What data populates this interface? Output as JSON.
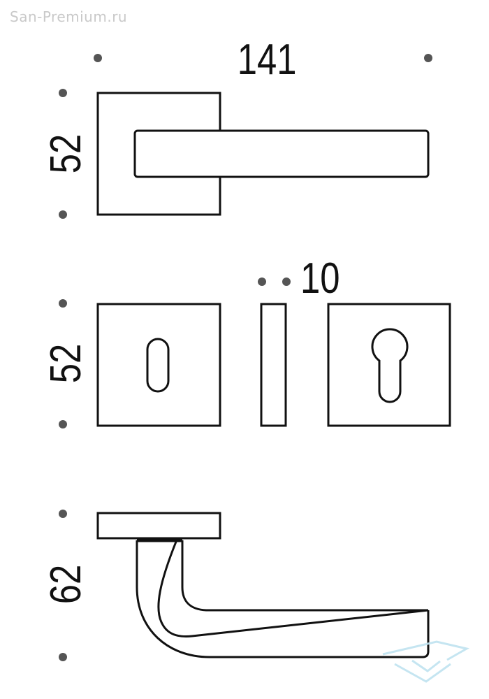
{
  "watermark": "San-Premium.ru",
  "dimensions": {
    "handle_width": "141",
    "handle_rose_height": "52",
    "escutcheon_height": "52",
    "escutcheon_thickness": "10",
    "handle_projection": "62"
  },
  "colors": {
    "line": "#111111",
    "dot": "#555555",
    "watermark": "#c9c9c9",
    "logo": "#bfe3f0"
  }
}
